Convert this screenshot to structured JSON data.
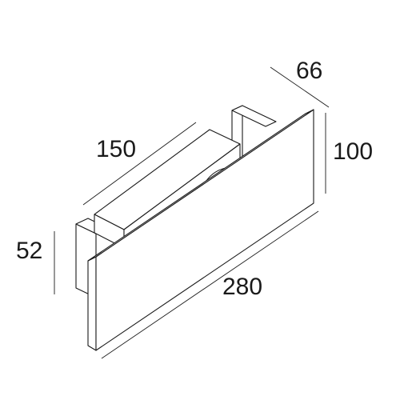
{
  "dimensions": {
    "depth": "66",
    "height": "100",
    "box_length": "150",
    "box_height": "52",
    "length": "280"
  }
}
